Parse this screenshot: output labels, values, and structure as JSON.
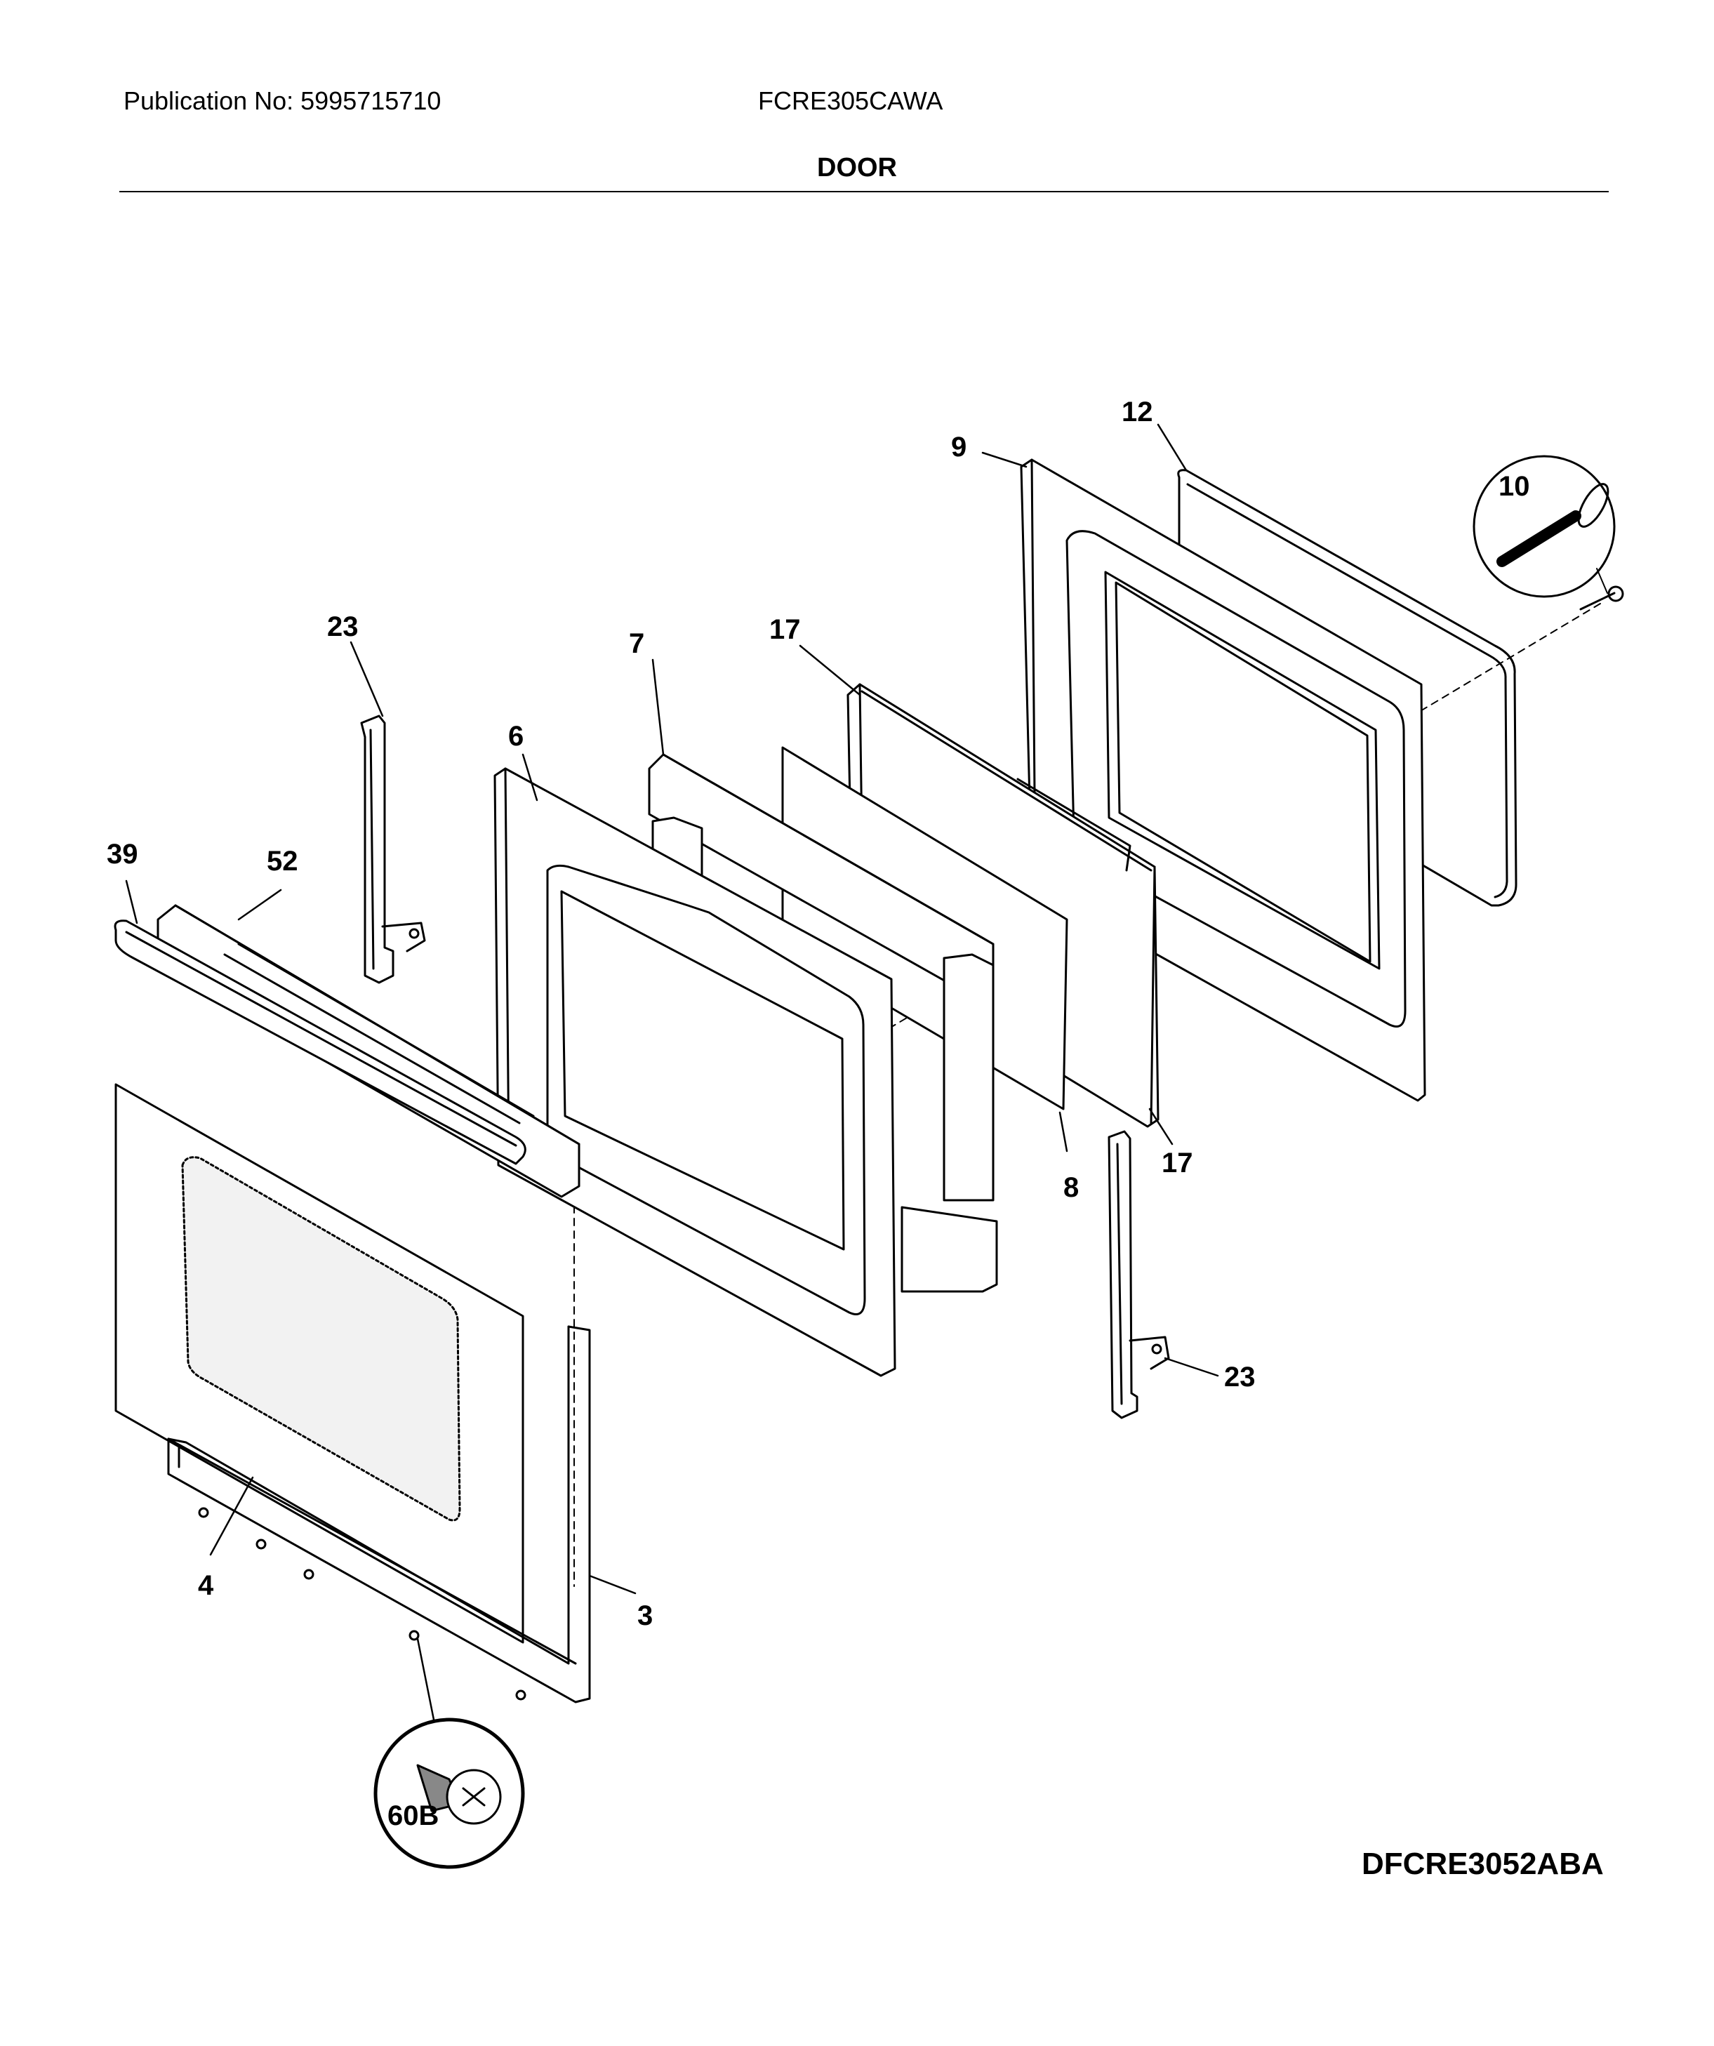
{
  "header": {
    "publication": "Publication No: 5995715710",
    "model": "FCRE305CAWA",
    "section_title": "DOOR"
  },
  "footer": {
    "diagram_code": "DFCRE3052ABA"
  },
  "callouts": {
    "c12": "12",
    "c9": "9",
    "c10": "10",
    "c23a": "23",
    "c7": "7",
    "c17a": "17",
    "c6": "6",
    "c39": "39",
    "c52": "52",
    "c8": "8",
    "c17b": "17",
    "c23b": "23",
    "c4": "4",
    "c3": "3",
    "c60b": "60B"
  }
}
